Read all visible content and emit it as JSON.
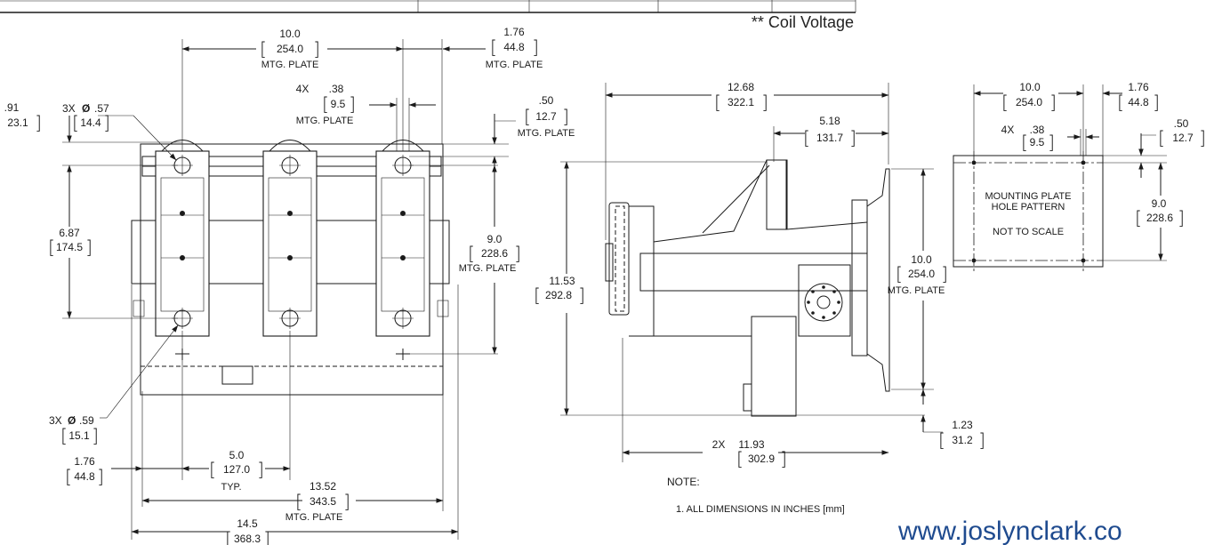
{
  "header": {
    "coil_voltage": "** Coil Voltage"
  },
  "front_view": {
    "d_100": {
      "in": "10.0",
      "mm": "254.0",
      "note": "MTG. PLATE"
    },
    "d_176": {
      "in": "1.76",
      "mm": "44.8",
      "note": "MTG. PLATE"
    },
    "d_38": {
      "prefix": "4X",
      "in": ".38",
      "mm": "9.5",
      "note": "MTG. PLATE"
    },
    "d_91": {
      "in": ".91",
      "mm": "23.1"
    },
    "d_57": {
      "prefix": "3X",
      "symbol": "Ø",
      "in": ".57",
      "mm": "14.4"
    },
    "d_50": {
      "in": ".50",
      "mm": "12.7",
      "note": "MTG. PLATE"
    },
    "d_687": {
      "in": "6.87",
      "mm": "174.5"
    },
    "d_90": {
      "in": "9.0",
      "mm": "228.6",
      "note": "MTG. PLATE"
    },
    "d_59": {
      "prefix": "3X",
      "symbol": "Ø",
      "in": ".59",
      "mm": "15.1"
    },
    "d_176b": {
      "in": "1.76",
      "mm": "44.8"
    },
    "d_50b": {
      "in": "5.0",
      "mm": "127.0",
      "note": "TYP."
    },
    "d_1352": {
      "in": "13.52",
      "mm": "343.5",
      "note": "MTG. PLATE"
    },
    "d_145": {
      "in": "14.5",
      "mm": "368.3"
    }
  },
  "side_view": {
    "d_1268": {
      "in": "12.68",
      "mm": "322.1"
    },
    "d_518": {
      "in": "5.18",
      "mm": "131.7"
    },
    "d_1153": {
      "in": "11.53",
      "mm": "292.8"
    },
    "d_100": {
      "in": "10.0",
      "mm": "254.0",
      "note": "MTG. PLATE"
    },
    "d_123": {
      "in": "1.23",
      "mm": "31.2"
    },
    "d_1193": {
      "prefix": "2X",
      "in": "11.93",
      "mm": "302.9"
    }
  },
  "plate_view": {
    "d_100": {
      "in": "10.0",
      "mm": "254.0"
    },
    "d_176": {
      "in": "1.76",
      "mm": "44.8"
    },
    "d_38": {
      "prefix": "4X",
      "in": ".38",
      "mm": "9.5"
    },
    "d_50": {
      "in": ".50",
      "mm": "12.7"
    },
    "d_90": {
      "in": "9.0",
      "mm": "228.6"
    },
    "label_1": "MOUNTING PLATE",
    "label_2": "HOLE PATTERN",
    "label_3": "NOT TO SCALE"
  },
  "notes": {
    "heading": "NOTE:",
    "line1": "1. ALL DIMENSIONS IN INCHES [mm]"
  },
  "footer": {
    "url": "www.joslynclark.co"
  }
}
